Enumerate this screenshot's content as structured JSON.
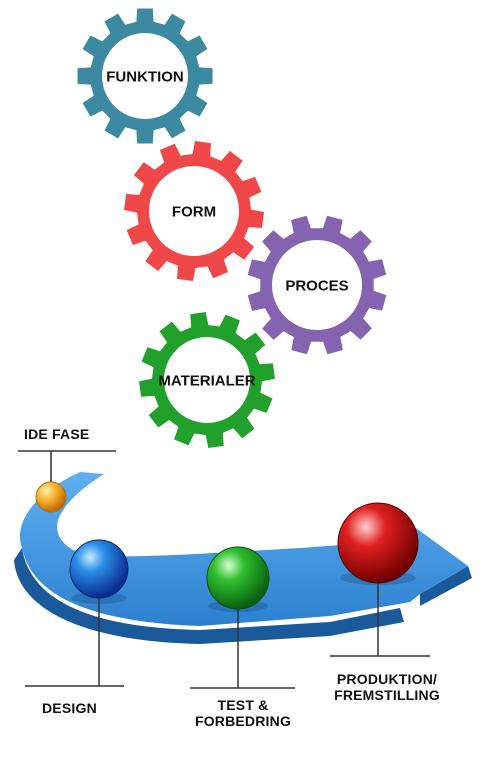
{
  "gears": [
    {
      "label": "FUNKTION",
      "color": "#3b8aa1"
    },
    {
      "label": "FORM",
      "color": "#f04848"
    },
    {
      "label": "PROCES",
      "color": "#8464b0"
    },
    {
      "label": "MATERIALER",
      "color": "#22a02c"
    }
  ],
  "timeline": {
    "arrow_color": "#2d8ad8",
    "stages": [
      {
        "label": "IDE FASE",
        "ball_color": "#f0a020"
      },
      {
        "label": "DESIGN",
        "ball_color": "#1c6fd8"
      },
      {
        "label": "TEST &",
        "label2": "FORBEDRING",
        "ball_color": "#2cb82c"
      },
      {
        "label": "PRODUKTION/",
        "label2": "FREMSTILLING",
        "ball_color": "#d81818"
      }
    ]
  }
}
